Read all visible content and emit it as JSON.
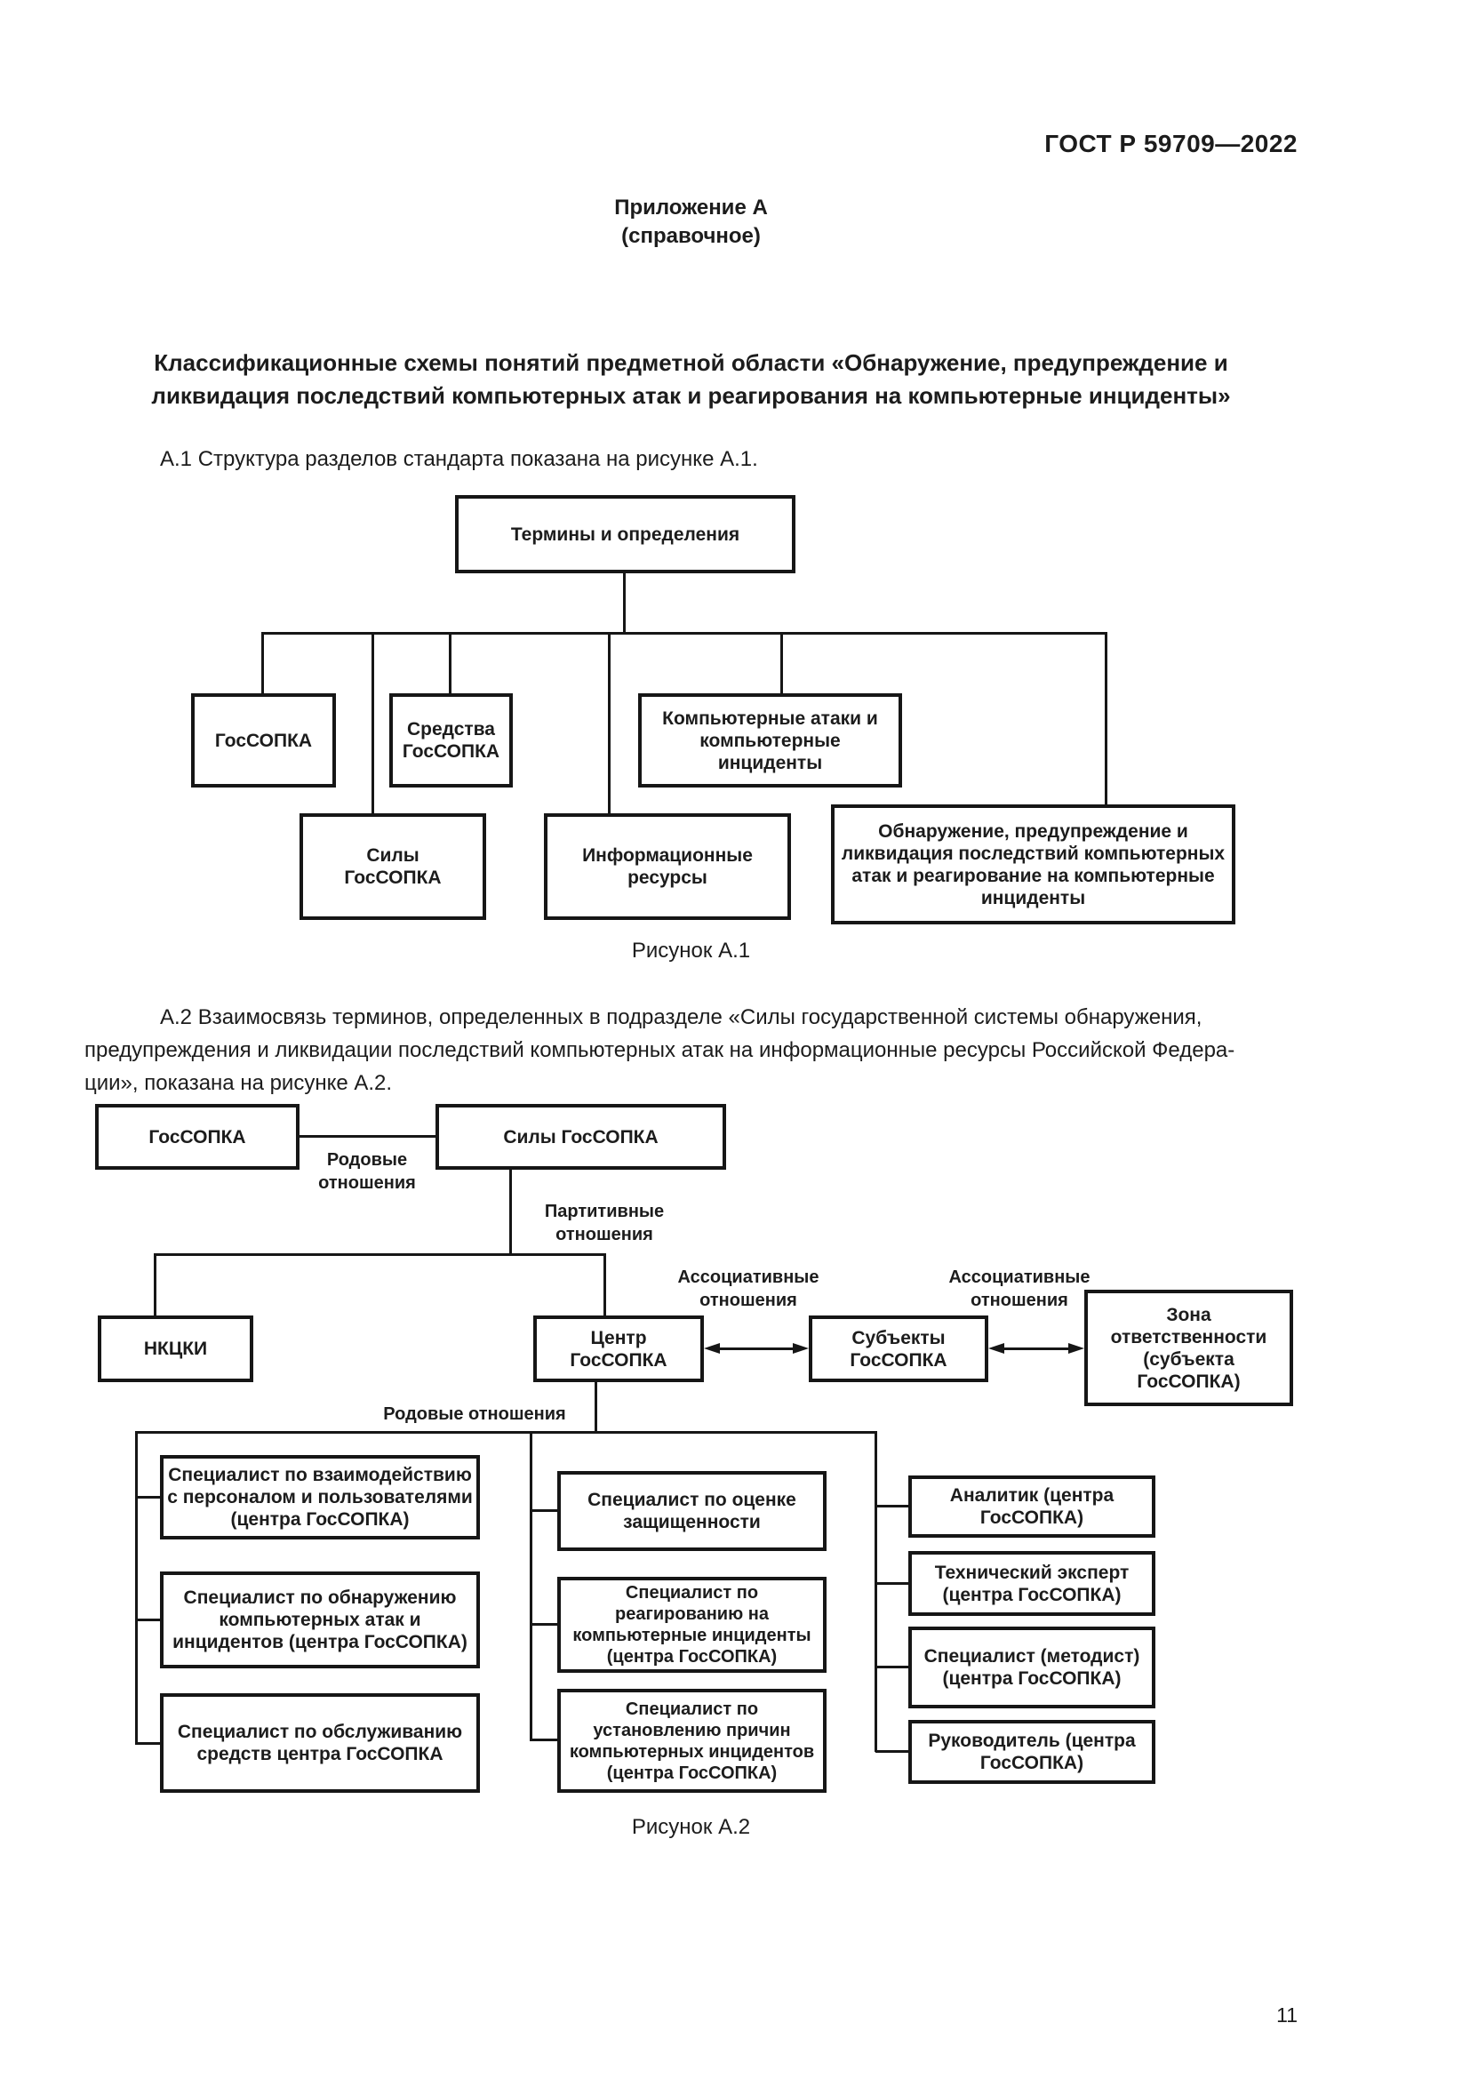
{
  "doc": {
    "header": "ГОСТ Р 59709—2022",
    "appendix_label": "Приложение А",
    "appendix_kind": "(справочное)",
    "title": "Классификационные схемы понятий предметной области «Обнаружение, предупреждение и\nликвидация последствий компьютерных атак и реагирования на компьютерные инциденты»",
    "para_a1": "А.1 Структура разделов стандарта показана на рисунке А.1.",
    "para_a2": "А.2 Взаимосвязь терминов, определенных в подразделе «Силы государственной системы обнаружения,\nпредупреждения и ликвидации последствий компьютерных атак на информационные ресурсы Российской Федера-\nции», показана на рисунке А.2.",
    "fig1_caption": "Рисунок А.1",
    "fig2_caption": "Рисунок А.2",
    "page_number": "11"
  },
  "fig1": {
    "root": "Термины и определения",
    "gossopka": "ГосСОПКА",
    "sredstva": "Средства ГосСОПКА",
    "attacks": "Компьютерные атаки и компьютерные инциденты",
    "sily": "Силы\nГосСОПКА",
    "resources": "Информационные\nресурсы",
    "detection": "Обнаружение, предупреждение и ликвидация последствий компьютерных атак и реагирование на компьютерные инциденты"
  },
  "fig2": {
    "gossopka": "ГосСОПКА",
    "sily": "Силы ГосСОПКА",
    "rodovye_top": "Родовые\nотношения",
    "partitivnye": "Партитивные\nотношения",
    "nkcki": "НКЦКИ",
    "centr": "Центр ГосСОПКА",
    "assoc_1": "Ассоциативные\nотношения",
    "assoc_2": "Ассоциативные\nотношения",
    "subjekty": "Субъекты\nГосСОПКА",
    "zona": "Зона\nответственности\n(субъекта ГосСОПКА)",
    "rodovye_bottom": "Родовые отношения",
    "spec_interaction": "Специалист по взаимодействию с персоналом и пользователями (центра ГосСОПКА)",
    "spec_detection": "Специалист по обнаружению компьютерных атак и инцидентов (центра ГосСОПКА)",
    "spec_service": "Специалист по обслуживанию средств центра ГосСОПКА",
    "spec_assessment": "Специалист по оценке защищенности",
    "spec_response": "Специалист по\nреагированию на\nкомпьютерные инциденты\n(центра ГосСОПКА)",
    "spec_cause": "Специалист по\nустановлению причин\nкомпьютерных инцидентов\n(центра ГосСОПКА)",
    "analyst": "Аналитик (центра\nГосСОПКА)",
    "tech_expert": "Технический эксперт\n(центра ГосСОПКА)",
    "methodist": "Специалист (методист)\n(центра ГосСОПКА)",
    "head": "Руководитель (центра\nГосСОПКА)"
  }
}
